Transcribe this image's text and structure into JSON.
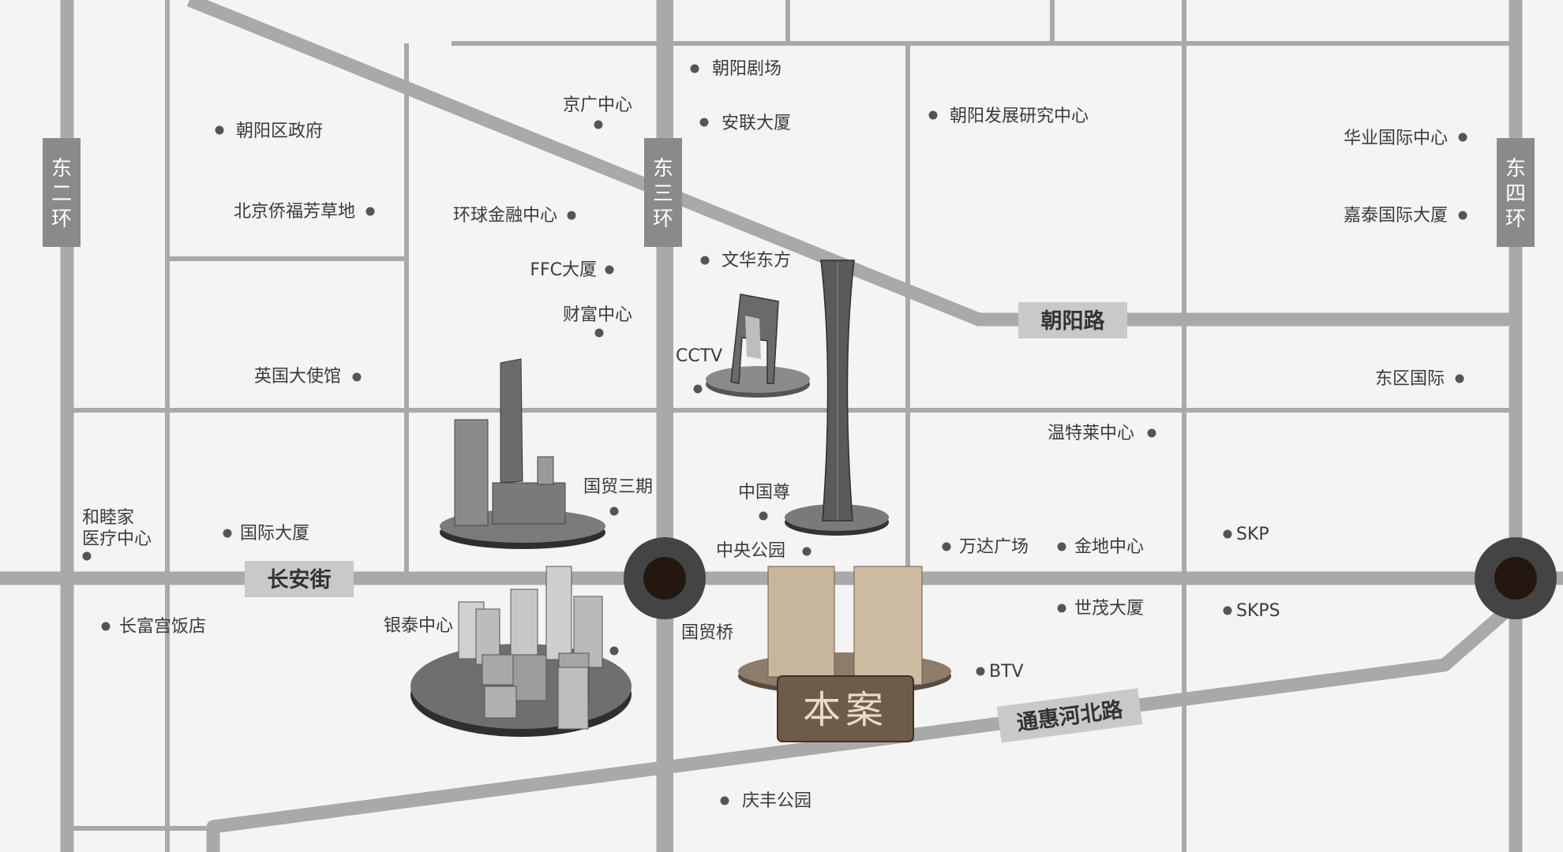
{
  "rings": {
    "east2": [
      "东",
      "二",
      "环"
    ],
    "east3": [
      "东",
      "三",
      "环"
    ],
    "east4": [
      "东",
      "四",
      "环"
    ]
  },
  "roads": {
    "chaoyang_road": "朝阳路",
    "changan_street": "长安街",
    "tonghui_north_road": "通惠河北路"
  },
  "project": {
    "label": "本案"
  },
  "pois": {
    "chaoyang_theater": "朝阳剧场",
    "jingguang_center": "京广中心",
    "anlian_building": "安联大厦",
    "chaoyang_gov": "朝阳区政府",
    "chaoyang_dev_center": "朝阳发展研究中心",
    "huaye_intl_center": "华业国际中心",
    "qiaofu_fangcaodi": "北京侨福芳草地",
    "global_finance_center": "环球金融中心",
    "jiatai_intl_building": "嘉泰国际大厦",
    "ffc_building": "FFC大厦",
    "mandarin_oriental": "文华东方",
    "fortune_center": "财富中心",
    "cctv": "CCTV",
    "british_embassy": "英国大使馆",
    "dongqu_intl": "东区国际",
    "wintelecom_center": "温特莱中心",
    "guomao_phase3": "国贸三期",
    "china_zun": "中国尊",
    "hemujia_line1": "和睦家",
    "hemujia_line2": "医疗中心",
    "intl_building": "国际大厦",
    "central_park": "中央公园",
    "wanda_plaza": "万达广场",
    "jindi_center": "金地中心",
    "skp": "SKP",
    "changfugong_hotel": "长富宫饭店",
    "yintai_center": "银泰中心",
    "guomao_bridge": "国贸桥",
    "shimao_building": "世茂大厦",
    "skps": "SKPS",
    "btv": "BTV",
    "qingfeng_park": "庆丰公园"
  },
  "colors": {
    "background": "#f4f4f4",
    "road": "#a9a9a9",
    "ring_tag": "#8a8a8a",
    "road_tag": "#c9c9c9",
    "project_tag": "#6e5c48",
    "project_text": "#e9dcc8",
    "dot": "#555555"
  }
}
